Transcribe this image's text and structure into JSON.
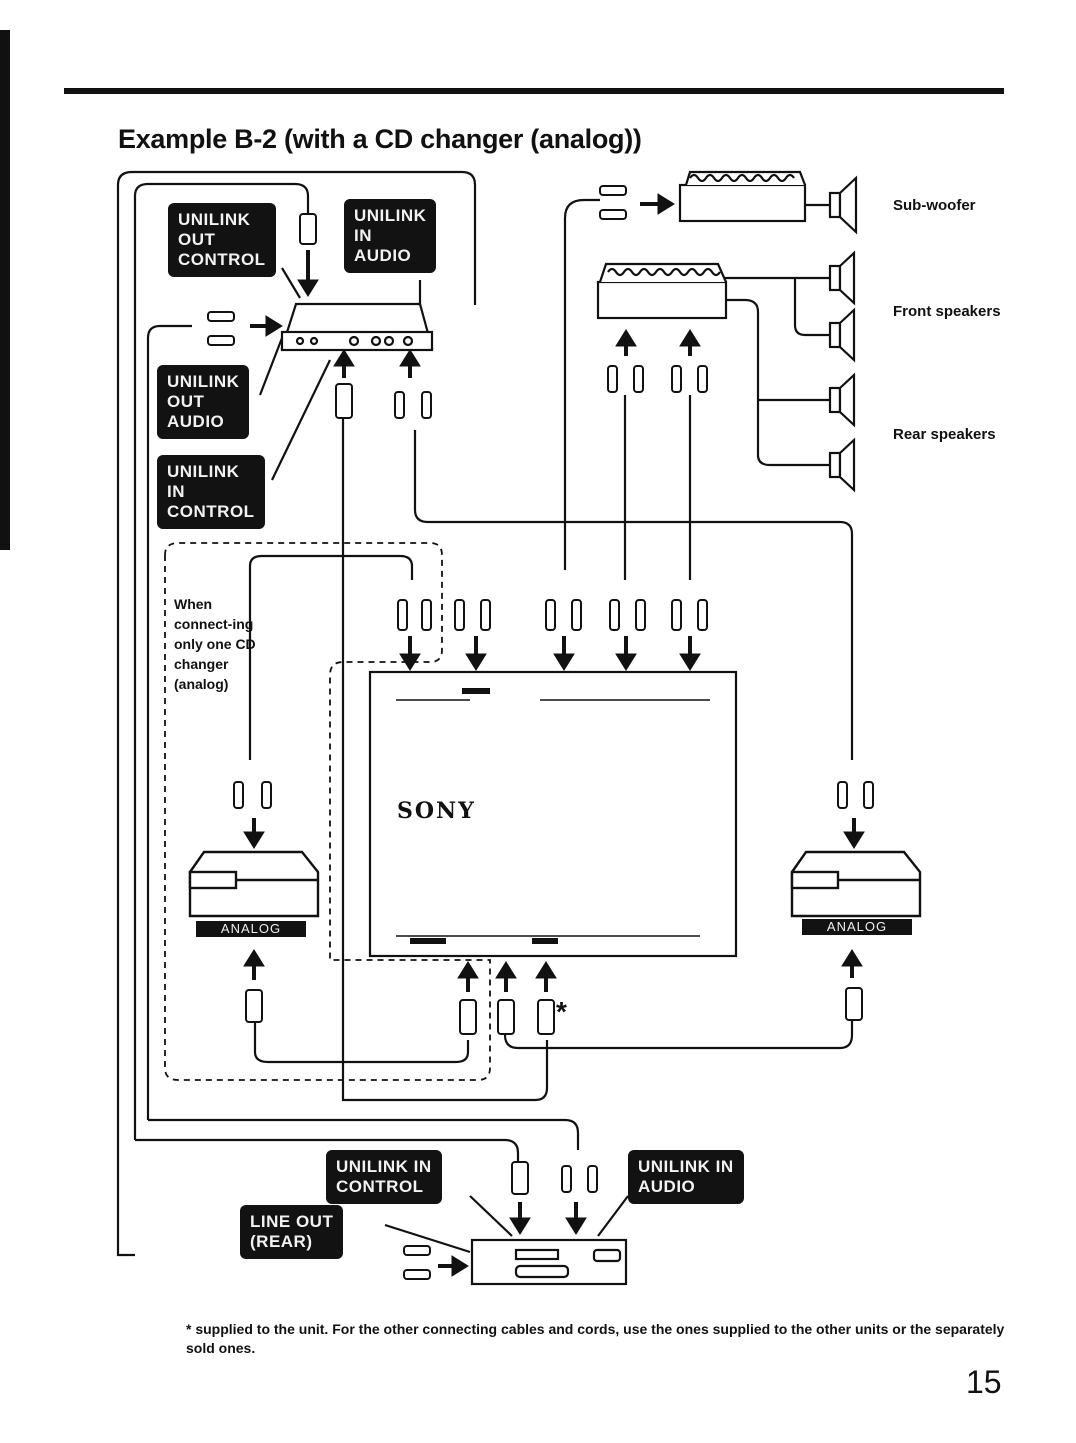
{
  "title": "Example B-2 (with a CD changer (analog))",
  "labels": {
    "unilink_out_control": "UNILINK\nOUT\nCONTROL",
    "unilink_in_audio_top": "UNILINK\nIN\nAUDIO",
    "unilink_out_audio": "UNILINK\nOUT\nAUDIO",
    "unilink_in_control_left": "UNILINK\nIN\nCONTROL",
    "unilink_in_control_bottom": "UNILINK IN\nCONTROL",
    "unilink_in_audio_bottom": "UNILINK IN\nAUDIO",
    "line_out_rear": "LINE OUT\n(REAR)"
  },
  "speakers": {
    "sub_woofer": "Sub-woofer",
    "front": "Front speakers",
    "rear": "Rear speakers"
  },
  "note": "When connect-ing only one CD changer (analog)",
  "brand": "SONY",
  "analog_left": "ANALOG",
  "analog_right": "ANALOG",
  "asterisk": "*",
  "footnote": "* supplied to the unit.  For the other connecting cables and cords, use the ones supplied to the other units or the separately sold ones.",
  "page_number": "15"
}
